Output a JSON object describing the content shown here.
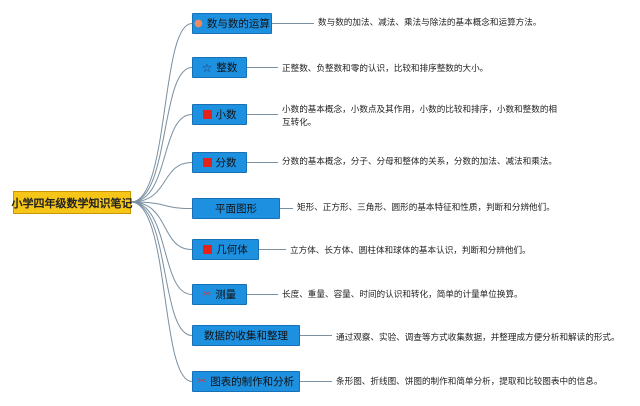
{
  "root": {
    "title": "小学四年级数学知识笔记"
  },
  "branches": [
    {
      "label": "数与数的运算",
      "icon": "peach-dot-icon",
      "desc": "数与数的加法、减法、乘法与除法的基本概念和运算方法。"
    },
    {
      "label": "整数",
      "icon": "star-outline-icon",
      "desc": "正整数、负整数和零的认识，比较和排序整数的大小。"
    },
    {
      "label": "小数",
      "icon": "red-square-icon",
      "desc": "小数的基本概念，小数点及其作用，小数的比较和排序，小数和整数的相互转化。"
    },
    {
      "label": "分数",
      "icon": "red-square-icon",
      "desc": "分数的基本概念，分子、分母和整体的关系，分数的加法、减法和乘法。"
    },
    {
      "label": "平面图形",
      "icon": "",
      "desc": "矩形、正方形、三角形、圆形的基本特征和性质，判断和分辨他们。"
    },
    {
      "label": "几何体",
      "icon": "red-square-icon",
      "desc": "立方体、长方体、圆柱体和球体的基本认识，判断和分辨他们。"
    },
    {
      "label": "测量",
      "icon": "scissors-icon",
      "desc": "长度、重量、容量、时间的认识和转化，简单的计量单位换算。"
    },
    {
      "label": "数据的收集和整理",
      "icon": "",
      "desc": "通过观察、实验、调查等方式收集数据，并整理成方便分析和解读的形式。"
    },
    {
      "label": "图表的制作和分析",
      "icon": "scissors-icon",
      "desc": "条形图、折线图、饼图的制作和简单分析，提取和比较图表中的信息。"
    }
  ],
  "colors": {
    "root_fill": "#f5c518",
    "node_fill": "#1e90e0",
    "line": "#7a8fa0"
  }
}
